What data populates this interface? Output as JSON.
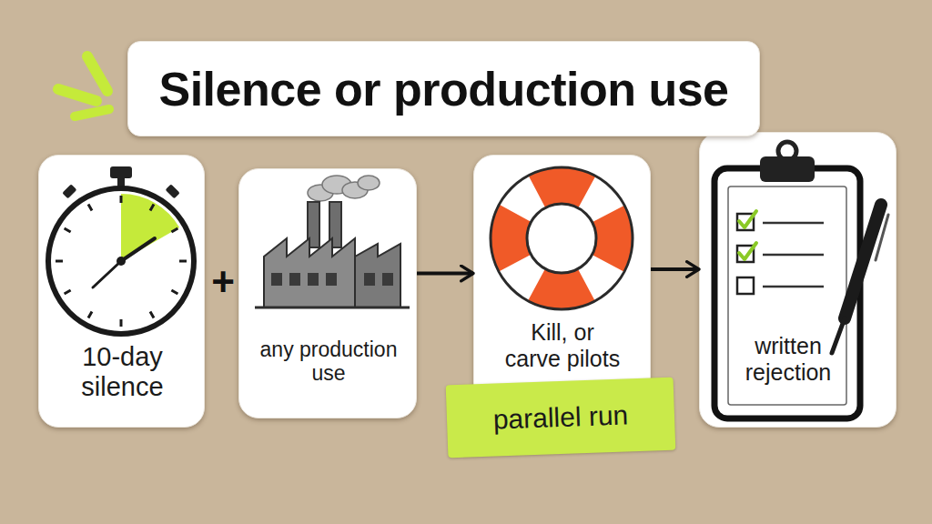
{
  "diagram": {
    "title": "Silence or production use",
    "nodes": [
      {
        "text": [
          "10-day silence"
        ]
      },
      {
        "text": [
          "any production use"
        ]
      },
      {
        "text": [
          "Kill, or carve pilots"
        ]
      },
      {
        "text": [
          "parallel run"
        ],
        "in": 2
      },
      {
        "text": [
          "written rejection"
        ]
      }
    ],
    "edges": [
      {
        "from": 1,
        "to": 2,
        "arrow": "to"
      },
      {
        "from": 2,
        "to": 4,
        "arrow": "to"
      }
    ],
    "labels": [
      "+"
    ]
  }
}
